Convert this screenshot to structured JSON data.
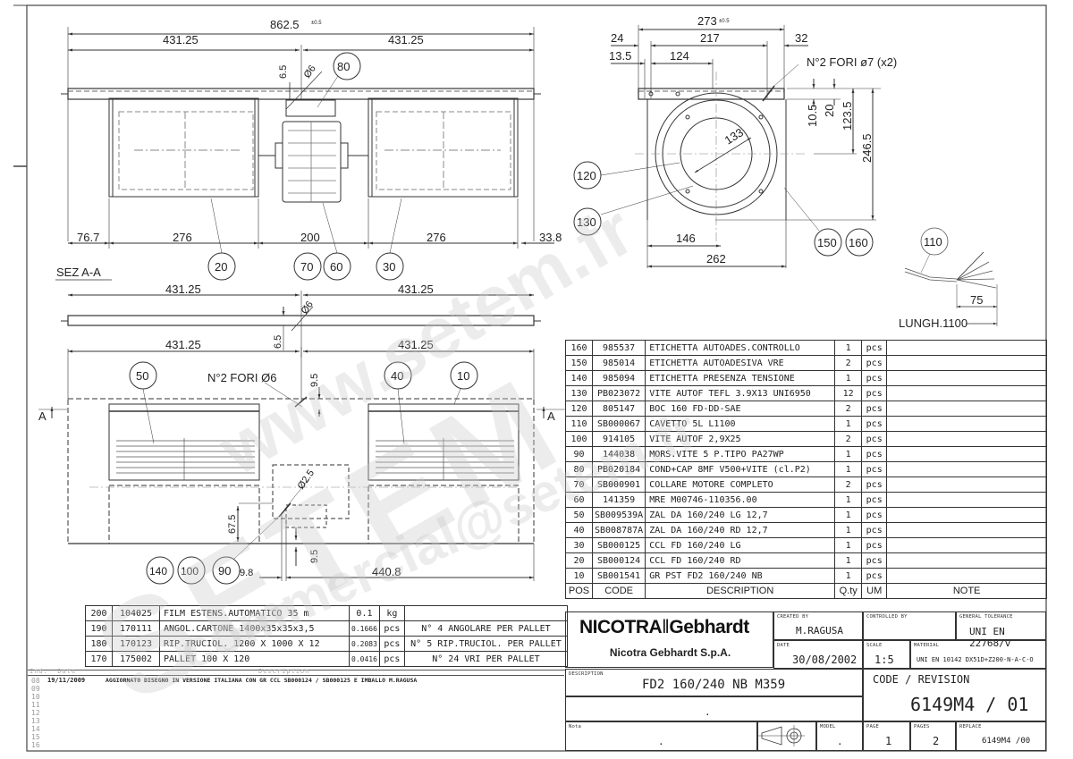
{
  "watermarks": [
    "www.setem.fr",
    "SETEM",
    "commercial@setem.fr"
  ],
  "front_view": {
    "overall_width": "862.5",
    "overall_tol": "±0.5",
    "half_left": "431.25",
    "half_right": "431.25",
    "dim_6_5": "6.5",
    "dim_dia6": "Ø6",
    "bottom_dims": [
      "76.7",
      "276",
      "200",
      "276",
      "33.8"
    ],
    "balloons": [
      "80",
      "20",
      "70",
      "60",
      "30"
    ]
  },
  "side_view": {
    "overall_width": "273",
    "overall_tol": "±0.5",
    "dim_24": "24",
    "dim_217": "217",
    "dim_32": "32",
    "dim_13_5": "13.5",
    "dim_124": "124",
    "holes_note": "N°2 FORI ø7 (x2)",
    "dim_10_5": "10.5",
    "dim_20": "20",
    "dim_123_5": "123.5",
    "dim_246_5": "246.5",
    "dim_133": "133",
    "dim_146": "146",
    "dim_262": "262",
    "balloons": [
      "120",
      "130",
      "150",
      "160"
    ]
  },
  "cable": {
    "balloon": "110",
    "dim_75": "75",
    "length_label": "LUNGH.1100"
  },
  "section": {
    "title": "SEZ A-A",
    "half_left": "431.25",
    "half_right": "431.25",
    "dim_dia6": "Ø6",
    "dim_6_5": "6.5"
  },
  "top_view": {
    "half_left": "431.25",
    "half_right": "431.25",
    "holes_note": "N°2 FORI Ø6",
    "dim_9_5_top": "9.5",
    "dim_dia2_5": "Ø2.5",
    "dim_67_5": "67.5",
    "dim_9_5_bottom": "9.5",
    "dim_9_8": "9.8",
    "dim_440_8": "440.8",
    "section_marker": "A",
    "balloons": [
      "50",
      "40",
      "10",
      "140",
      "100",
      "90"
    ]
  },
  "bom": {
    "headers": {
      "pos": "POS",
      "code": "CODE",
      "description": "DESCRIPTION",
      "qty": "Q.ty",
      "um": "UM",
      "note": "NOTE"
    },
    "rows": [
      {
        "pos": "160",
        "code": "985537",
        "description": "ETICHETTA AUTOADES.CONTROLLO",
        "qty": "1",
        "um": "pcs",
        "note": ""
      },
      {
        "pos": "150",
        "code": "985014",
        "description": "ETICHETTA AUTOADESIVA VRE",
        "qty": "2",
        "um": "pcs",
        "note": ""
      },
      {
        "pos": "140",
        "code": "985094",
        "description": "ETICHETTA PRESENZA TENSIONE",
        "qty": "1",
        "um": "pcs",
        "note": ""
      },
      {
        "pos": "130",
        "code": "PB023072",
        "description": "VITE AUTOF TEFL 3.9X13 UNI6950",
        "qty": "12",
        "um": "pcs",
        "note": ""
      },
      {
        "pos": "120",
        "code": "805147",
        "description": "BOC 160 FD-DD-SAE",
        "qty": "2",
        "um": "pcs",
        "note": ""
      },
      {
        "pos": "110",
        "code": "SB000067",
        "description": "CAVETTO 5L L1100",
        "qty": "1",
        "um": "pcs",
        "note": ""
      },
      {
        "pos": "100",
        "code": "914105",
        "description": "VITE AUTOF 2,9X25",
        "qty": "2",
        "um": "pcs",
        "note": ""
      },
      {
        "pos": "90",
        "code": "144038",
        "description": "MORS.VITE 5 P.TIPO PA27WP",
        "qty": "1",
        "um": "pcs",
        "note": ""
      },
      {
        "pos": "80",
        "code": "PB020184",
        "description": "COND+CAP 8MF V500+VITE (cl.P2)",
        "qty": "1",
        "um": "pcs",
        "note": ""
      },
      {
        "pos": "70",
        "code": "SB000901",
        "description": "COLLARE MOTORE COMPLETO",
        "qty": "2",
        "um": "pcs",
        "note": ""
      },
      {
        "pos": "60",
        "code": "141359",
        "description": "MRE M00746-110356.00",
        "qty": "1",
        "um": "pcs",
        "note": ""
      },
      {
        "pos": "50",
        "code": "SB009539A",
        "description": "ZAL DA 160/240 LG   12,7",
        "qty": "1",
        "um": "pcs",
        "note": ""
      },
      {
        "pos": "40",
        "code": "SB008787A",
        "description": "ZAL DA 160/240 RD   12,7",
        "qty": "1",
        "um": "pcs",
        "note": ""
      },
      {
        "pos": "30",
        "code": "SB000125",
        "description": "CCL FD 160/240 LG",
        "qty": "1",
        "um": "pcs",
        "note": ""
      },
      {
        "pos": "20",
        "code": "SB000124",
        "description": "CCL FD 160/240 RD",
        "qty": "1",
        "um": "pcs",
        "note": ""
      },
      {
        "pos": "10",
        "code": "SB001541",
        "description": "GR PST FD2 160/240 NB",
        "qty": "1",
        "um": "pcs",
        "note": ""
      }
    ]
  },
  "packaging": {
    "rows": [
      {
        "pos": "200",
        "code": "104025",
        "description": "FILM ESTENS.AUTOMATICO 35 m",
        "qty": "0.1",
        "um": "kg",
        "note": ""
      },
      {
        "pos": "190",
        "code": "170111",
        "description": "ANGOL.CARTONE 1400x35x35x3,5",
        "qty": "0.1666",
        "um": "pcs",
        "note": "N° 4 ANGOLARE PER PALLET"
      },
      {
        "pos": "180",
        "code": "170123",
        "description": "RIP.TRUCIOL. 1200 X 1000 X 12",
        "qty": "0.2083",
        "um": "pcs",
        "note": "N° 5 RIP.TRUCIOL. PER PALLET"
      },
      {
        "pos": "170",
        "code": "175002",
        "description": "PALLET 100 X 120",
        "qty": "0.0416",
        "um": "pcs",
        "note": "N° 24 VRI PER PALLET"
      }
    ]
  },
  "revisions": {
    "headers": {
      "ind": "Ind.",
      "date": "Date",
      "description": "Description"
    },
    "rows": [
      {
        "ind": "08",
        "date": "19/11/2009",
        "description": "AGGIORNATO DISEGNO IN VERSIONE ITALIANA  CON GR CCL SB000124 / SB000125 E IMBALLO M.RAGUSA"
      },
      {
        "ind": "09",
        "date": "",
        "description": ""
      },
      {
        "ind": "10",
        "date": "",
        "description": ""
      },
      {
        "ind": "11",
        "date": "",
        "description": ""
      },
      {
        "ind": "12",
        "date": "",
        "description": ""
      },
      {
        "ind": "13",
        "date": "",
        "description": ""
      },
      {
        "ind": "14",
        "date": "",
        "description": ""
      },
      {
        "ind": "15",
        "date": "",
        "description": ""
      },
      {
        "ind": "16",
        "date": "",
        "description": ""
      }
    ]
  },
  "title_block": {
    "logo_left": "NICOTRA",
    "logo_right": "Gebhardt",
    "company": "Nicotra Gebhardt S.p.A.",
    "created_by_label": "CREATED BY",
    "created_by": "M.RAGUSA",
    "controlled_by_label": "CONTROLLED BY",
    "controlled_by": "",
    "tolerance_label": "GENERAL TOLERANCE",
    "tolerance": "UNI EN 22768/v",
    "date_label": "DATE",
    "date": "30/08/2002",
    "scale_label": "SCALE",
    "scale": "1:5",
    "material_label": "MATERIAL",
    "material": "UNI EN 10142 DX51D+Z200-N-A-C-O",
    "description_label": "DESCRIPTION",
    "description": "FD2 160/240 NB M359",
    "description_2": ".",
    "code_revision_label": "CODE / REVISION",
    "code_revision": "6149M4 / 01",
    "note_label": "Nota",
    "note": ".",
    "model_label": "MODEL",
    "model": ".",
    "page_label": "PAGE",
    "page": "1",
    "pages_label": "PAGES",
    "pages": "2",
    "replace_label": "REPLACE",
    "replace": "6149M4 /00"
  }
}
